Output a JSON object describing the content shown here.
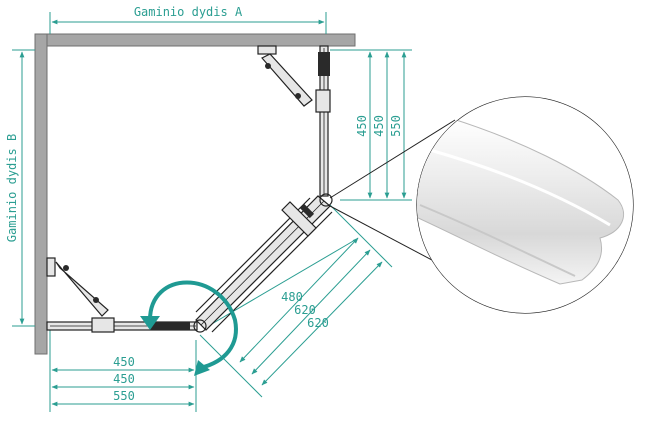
{
  "labels": {
    "width_a": "Gaminio dydis A",
    "width_b": "Gaminio dydis B"
  },
  "dimensions": {
    "bottom": [
      "450",
      "450",
      "550"
    ],
    "right": [
      "450",
      "450",
      "550"
    ],
    "diagonal": [
      "480",
      "620",
      "620"
    ]
  },
  "colors": {
    "dimension": "#2b9e92",
    "wall": "#a6a6a6",
    "door_arrow": "#1f9a93"
  },
  "icons": {
    "door_swing": "curved-arrow-icon"
  }
}
